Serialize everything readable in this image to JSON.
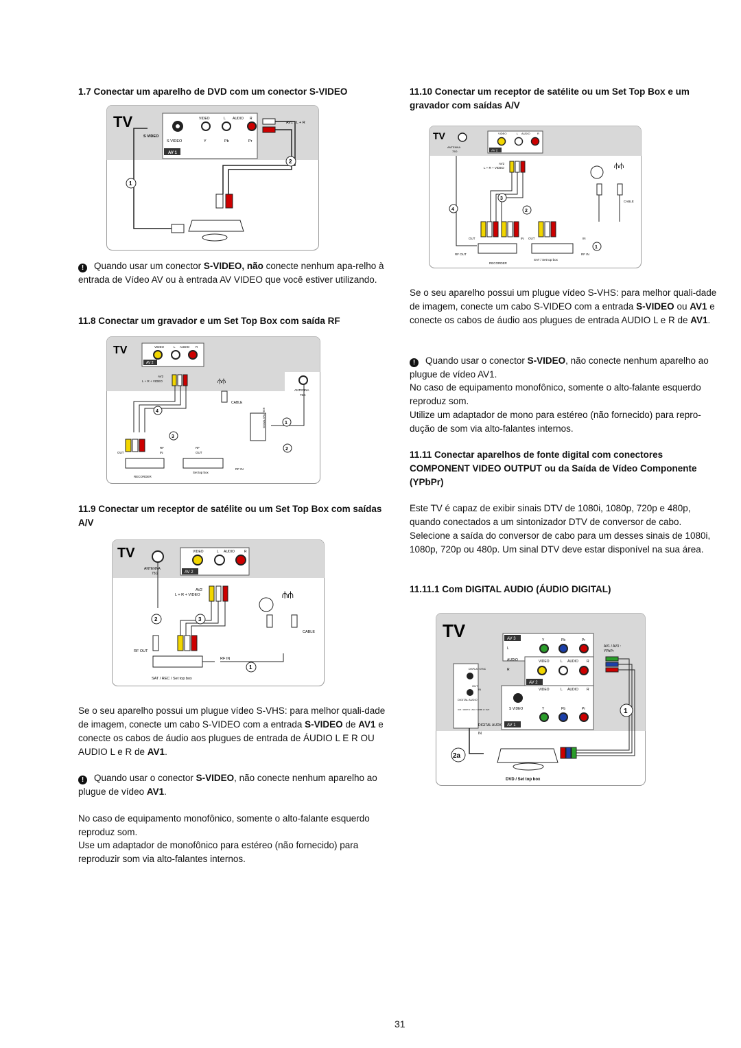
{
  "sections": {
    "s1_7": {
      "title": "1.7  Conectar um aparelho de DVD com um conector S-VIDEO"
    },
    "s1_7_note": {
      "pre": "Quando usar um conector ",
      "b1": "S-VIDEO, não",
      "post": " conecte nenhum apa-relho à entrada de Vídeo AV ou à entrada AV VIDEO que você estiver utilizando."
    },
    "s11_8": {
      "title": "11.8 Conectar um gravador e um Set Top Box com saída RF"
    },
    "s11_9": {
      "title": "11.9 Conectar um receptor de satélite ou um Set Top Box com saídas A/V"
    },
    "s11_9_p1": {
      "pre": "Se o seu aparelho possui um plugue vídeo S-VHS: para melhor quali-dade de imagem, conecte um cabo S-VIDEO com a entrada ",
      "b1": "S-VIDEO",
      "mid1": " de ",
      "b2": "AV1",
      "mid2": " e conecte os cabos de áudio aos plugues de entrada de ÁUDIO L E R OU AUDIO L e R de ",
      "b3": "AV1",
      "post": "."
    },
    "s11_9_p2": {
      "pre": "Quando usar o conector ",
      "b1": "S-VIDEO",
      "mid1": ", não conecte nenhum aparelho ao plugue de vídeo ",
      "b2": "AV1",
      "post": "."
    },
    "s11_9_p3": "No caso de equipamento monofônico, somente o alto-falante esquerdo reproduz som.",
    "s11_9_p4": "Use um adaptador de monofônico para estéreo (não fornecido) para reproduzir som via alto-falantes internos.",
    "s11_10": {
      "title": "11.10 Conectar um receptor de satélite ou um Set Top Box e um gravador com saídas A/V"
    },
    "s11_10_p1": {
      "pre": "Se o seu aparelho possui um plugue  vídeo S-VHS: para melhor quali-dade de imagem, conecte um cabo S-VIDEO com a entrada ",
      "b1": "S-VIDEO",
      "mid1": " ou ",
      "b2": "AV1",
      "mid2": " e conecte os cabos de áudio aos plugues de entrada AUDIO L e R de ",
      "b3": "AV1",
      "post": "."
    },
    "s11_10_p2": {
      "pre": "Quando usar o conector ",
      "b1": "S-VIDEO",
      "post": ", não conecte nenhum aparelho ao plugue de vídeo AV1."
    },
    "s11_10_p3": "No caso de equipamento monofônico, somente o alto-falante esquerdo reproduz som.",
    "s11_10_p4": "Utilize um adaptador de mono para estéreo (não fornecido) para repro-dução de som via alto-falantes internos.",
    "s11_11": {
      "title": "11.11 Conectar aparelhos de fonte digital com conectores COMPONENT VIDEO OUTPUT ou da Saída de Vídeo Componente (YPbPr)"
    },
    "s11_11_p1": "Este TV é capaz de exibir sinais DTV de 1080i, 1080p, 720p e 480p, quando conectados a um sintonizador DTV de conversor de cabo. Selecione a saída do conversor de cabo para um desses sinais de 1080i, 1080p, 720p ou 480p. Um sinal DTV deve estar disponível na sua área.",
    "s11_11_1": {
      "title": "11.11.1 Com DIGITAL AUDIO (ÁUDIO DIGITAL)"
    }
  },
  "diagrams": {
    "common": {
      "tv": "TV",
      "video": "VIDEO",
      "l": "L",
      "audio": "AUDIO",
      "r": "R",
      "av1": "AV 1",
      "av2": "AV 2",
      "av3": "AV 3",
      "antenna": "ANTENNA",
      "antenna_sub": "75Ω",
      "cable": "CABLE",
      "recorder": "RECORDER",
      "set_top_box": "Set top box",
      "rf_in": "RF IN",
      "rf_out": "RF OUT",
      "out": "OUT",
      "in": "IN",
      "n1": "1",
      "n2": "2",
      "n3": "3",
      "n4": "4",
      "n2a": "2a"
    },
    "d1": {
      "svideo": "S VIDEO",
      "y": "Y",
      "pb": "Pb",
      "pr": "Pr",
      "av1lr": "AV1 : L + R"
    },
    "d2": {
      "av2lrv": "L + R + VIDEO",
      "av2": "AV2",
      "rf": "RF",
      "signal_splitter": "SIGNAL SPLITTER"
    },
    "d3": {
      "sat_label": "SAT / REC / Set top box"
    },
    "d4": {
      "sat_label": "SAT / Set top box"
    },
    "d5": {
      "dvd_label": "DVD / Set top box",
      "av13": "AV1 / AV3 :",
      "ypbpr": "YPbPr",
      "digital_audio": "DIGITAL AUDIO",
      "display_sync": "DISPLAY SYNC",
      "hdmi_note": "AV1 / HDMI 1 / AV2 / HDMI 2 / AV3"
    }
  },
  "page_number": "31"
}
